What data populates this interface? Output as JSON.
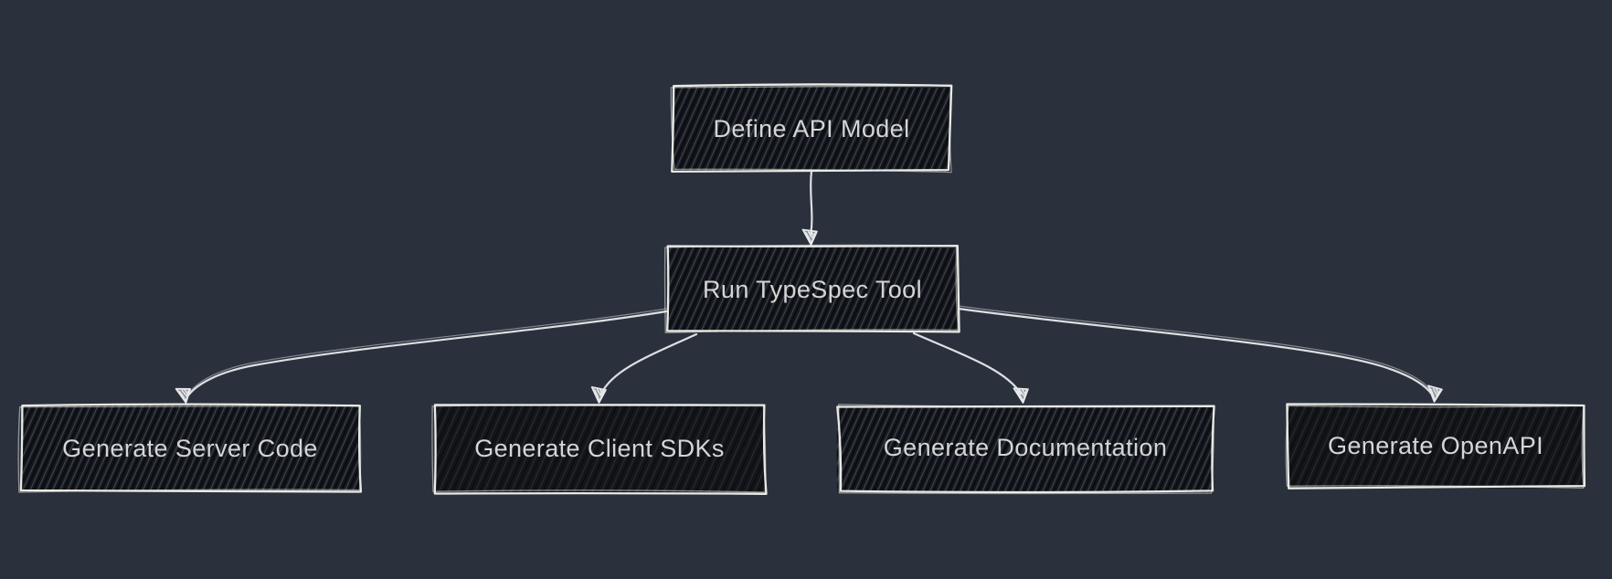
{
  "diagram": {
    "type": "flowchart",
    "style": "hand-drawn",
    "colors": {
      "background": "#2a313d",
      "node_fill": "#15171c",
      "node_hatch": "#63708c",
      "node_border": "#e9e9e5",
      "text": "#d4d5d6",
      "arrow": "#dde0e2"
    },
    "nodes": [
      {
        "id": "define",
        "label": "Define API Model"
      },
      {
        "id": "run",
        "label": "Run TypeSpec Tool"
      },
      {
        "id": "server",
        "label": "Generate Server Code"
      },
      {
        "id": "client",
        "label": "Generate Client SDKs"
      },
      {
        "id": "docs",
        "label": "Generate Documentation"
      },
      {
        "id": "openapi",
        "label": "Generate OpenAPI"
      }
    ],
    "edges": [
      {
        "from": "Define API Model",
        "to": "Run TypeSpec Tool"
      },
      {
        "from": "Run TypeSpec Tool",
        "to": "Generate Server Code"
      },
      {
        "from": "Run TypeSpec Tool",
        "to": "Generate Client SDKs"
      },
      {
        "from": "Run TypeSpec Tool",
        "to": "Generate Documentation"
      },
      {
        "from": "Run TypeSpec Tool",
        "to": "Generate OpenAPI"
      }
    ]
  }
}
